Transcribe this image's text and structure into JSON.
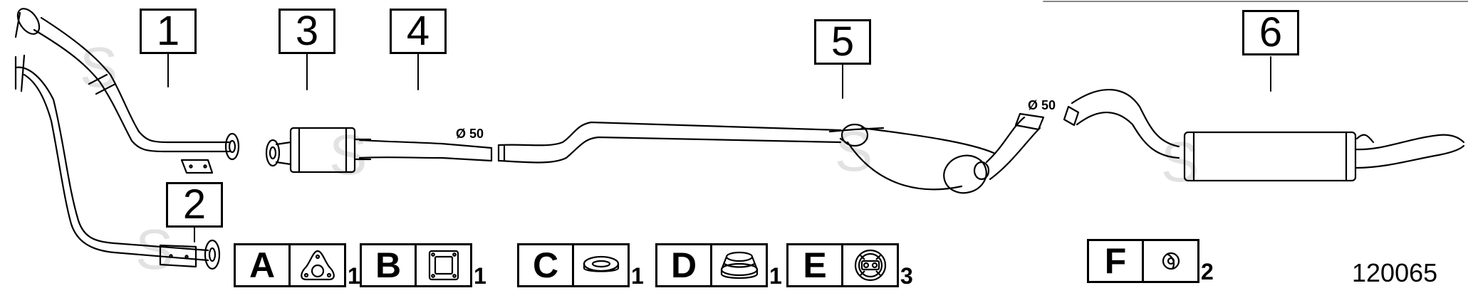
{
  "callouts": {
    "c1": "1",
    "c2": "2",
    "c3": "3",
    "c4": "4",
    "c5": "5",
    "c6": "6"
  },
  "dimensions": {
    "d1": "Ø 50",
    "d2": "Ø 50"
  },
  "legend": [
    {
      "letter": "A",
      "qty": "1",
      "icon": "triangle-flange-gasket-icon"
    },
    {
      "letter": "B",
      "qty": "1",
      "icon": "square-flange-gasket-icon"
    },
    {
      "letter": "C",
      "qty": "1",
      "icon": "sealing-ring-icon"
    },
    {
      "letter": "D",
      "qty": "1",
      "icon": "conical-seal-ring-icon"
    },
    {
      "letter": "E",
      "qty": "3",
      "icon": "rubber-mount-icon"
    },
    {
      "letter": "F",
      "qty": "2",
      "icon": "rubber-ring-icon"
    }
  ],
  "reference_number": "120065"
}
